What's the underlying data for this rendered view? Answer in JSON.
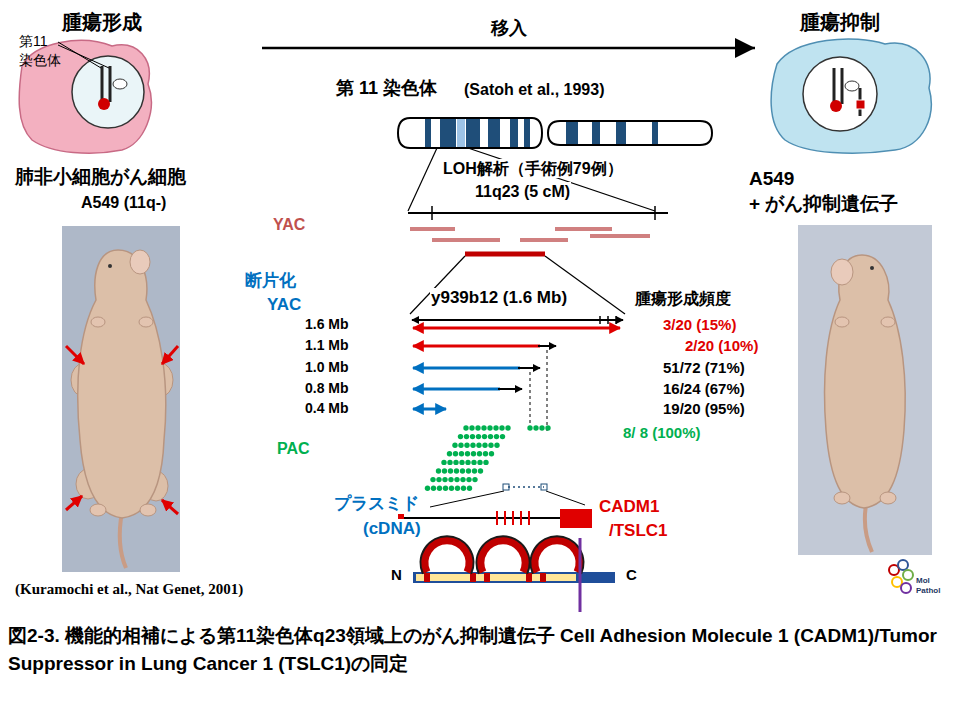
{
  "diagram": {
    "caption": "図2-3. 機能的相補による第11染色体q23領域上のがん抑制遺伝子 Cell Adhesion Molecule 1 (CADM1)/Tumor Suppressor in Lung Cancer 1 (TSLC1)の同定",
    "nodes": [
      {
        "text": [
          "腫瘍形成"
        ]
      },
      {
        "text": [
          "腫瘍抑制"
        ]
      }
    ],
    "edges": [
      {
        "from": 0,
        "to": 1,
        "arrow": "to",
        "label": "移入"
      }
    ],
    "labels": [
      "第11",
      "染色体",
      "肺非小細胞がん細胞",
      "A549 (11q-)",
      "第 11 染色体",
      "(Satoh et al., 1993)",
      "LOH解析（手術例79例）",
      "11q23 (5 cM)",
      "A549",
      "+ がん抑制遺伝子",
      "YAC",
      "断片化",
      "YAC",
      "y939b12 (1.6 Mb)",
      "腫瘍形成頻度",
      "1.6 Mb",
      "3/20 (15%)",
      "1.1 Mb",
      "2/20 (10%)",
      "1.0 Mb",
      "51/72 (71%)",
      "0.8 Mb",
      "16/24 (67%)",
      "0.4 Mb",
      "19/20 (95%)",
      "PAC",
      "8/ 8 (100%)",
      "プラスミド",
      "(cDNA)",
      "CADM1",
      "/TSLC1",
      "N",
      "C",
      "(Kuramochi et al., Nat Genet, 2001)",
      "Mol",
      "Pathol"
    ]
  }
}
